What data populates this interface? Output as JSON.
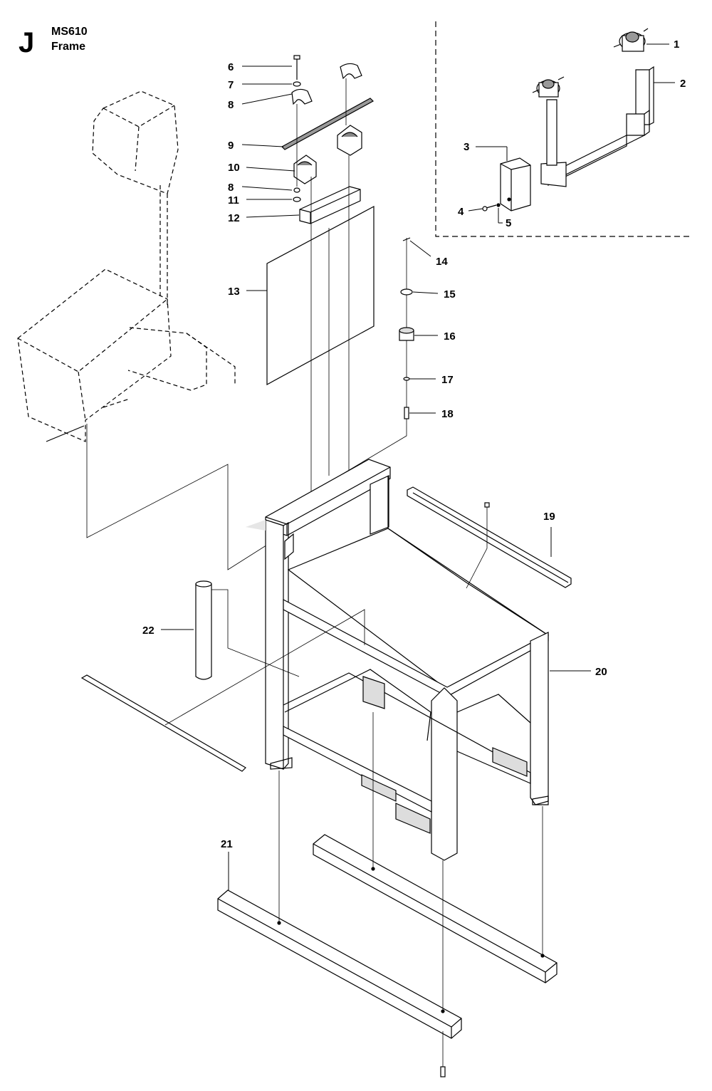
{
  "header": {
    "section_letter": "J",
    "model": "MS610",
    "title": "Frame"
  },
  "colors": {
    "line": "#000000",
    "background": "#ffffff",
    "shade": "#e6e6e6",
    "dark_shade": "#b8b8b8"
  },
  "callouts": [
    "1",
    "2",
    "3",
    "4",
    "5",
    "6",
    "7",
    "8",
    "9",
    "10",
    "8",
    "11",
    "12",
    "13",
    "14",
    "15",
    "16",
    "17",
    "18",
    "19",
    "20",
    "21",
    "22"
  ]
}
